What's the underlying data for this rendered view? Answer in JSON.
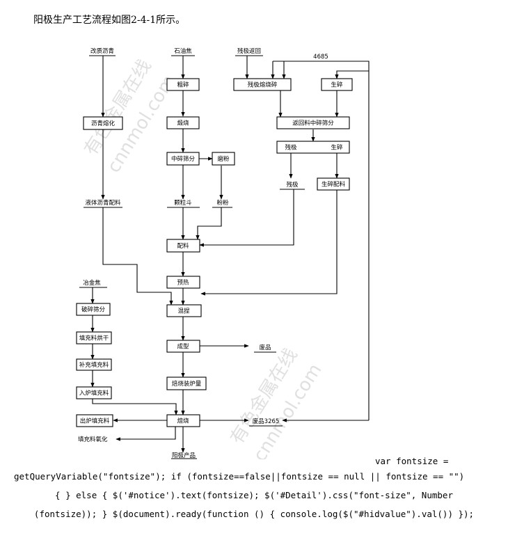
{
  "intro_text": "阳极生产工艺流程如图2-4-1所示。",
  "diagram": {
    "watermark_text": "有色金属在线",
    "watermark_url": "cnnmol.com",
    "number_label": "4685",
    "nodes": {
      "in_pitch": "改质沥青",
      "in_coke": "石油焦",
      "in_butts": "残极返回",
      "coarse": "粗碎",
      "calcine": "煅烧",
      "butt_crush": "残极熔烧碎",
      "green_crush": "生碎",
      "return_screen": "返回料中碎筛分",
      "split_butt": "残极",
      "split_green": "生碎",
      "butt_out": "残极",
      "green_mix": "生碎配料",
      "pitch_melt": "沥青熔化",
      "mid_screen": "中碎筛分",
      "grind": "磨粉",
      "liquid_pitch": "液体沥青配料",
      "grain": "颗粒斗",
      "fines": "粉粉",
      "batching": "配料",
      "preheat": "预热",
      "knead": "混捏",
      "forming": "成型",
      "waste1": "废品",
      "metcoke": "冶金焦",
      "crush_screen": "破碎筛分",
      "filler_dry": "填充料烘干",
      "filler_add": "补充填充料",
      "filler_in": "入炉填充料",
      "furnace_load": "焙烧装炉量",
      "filler_out": "出炉填充料",
      "bake": "焙烧",
      "waste2": "废品3265",
      "filler_ox": "填充料氧化",
      "product": "阳极产品"
    }
  },
  "code_lines": [
    "var fontsize =",
    "getQueryVariable(\"fontsize\"); if (fontsize==false||fontsize == null || fontsize == \"\")",
    "{ } else { $('#notice').text(fontsize); $('#Detail').css(\"font-size\", Number",
    "(fontsize)); } $(document).ready(function () { console.log($(\"#hidvalue\").val()) });"
  ]
}
